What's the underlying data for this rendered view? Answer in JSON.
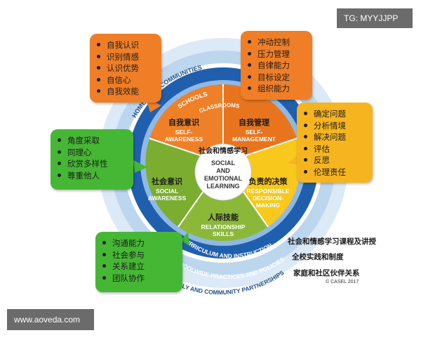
{
  "watermark_tag": "TG: MYYJJPP",
  "site_url": "www.aoveda.com",
  "center": {
    "zh": "社会和情感学习",
    "en_line1": "SOCIAL",
    "en_line2": "AND",
    "en_line3": "EMOTIONAL",
    "en_line4": "LEARNING"
  },
  "competencies": {
    "self_awareness": {
      "zh": "自我意识",
      "en_line1": "SELF-",
      "en_line2": "AWARENESS"
    },
    "self_management": {
      "zh": "自我管理",
      "en_line1": "SELF-",
      "en_line2": "MANAGEMENT"
    },
    "responsible_decision": {
      "zh": "负责的决策",
      "en_line1": "RESPONSIBLE",
      "en_line2": "DECISION-",
      "en_line3": "MAKING"
    },
    "relationship_skills": {
      "zh": "人际技能",
      "en_line1": "RELATIONSHIP",
      "en_line2": "SKILLS"
    },
    "social_awareness": {
      "zh": "社会意识",
      "en_line1": "SOCIAL",
      "en_line2": "AWARENESS"
    }
  },
  "rings": {
    "classrooms": "CLASSROOMS",
    "schools": "SCHOOLS",
    "homes_top": "HOMES AND COMMUNITIES",
    "curriculum": "CURRICULUM AND INSTRUCTION",
    "schoolwide": "SCHOOLWIDE PRACTICES AND POLICIES",
    "family": "FAMILY AND COMMUNITY PARTNERSHIPS"
  },
  "side_labels": {
    "curriculum_zh": "社会和情感学习课程及讲授",
    "schoolwide_zh": "全校实践和制度",
    "family_zh": "家庭和社区伙伴关系",
    "copyright": "© CASEL 2017"
  },
  "callouts": {
    "self_awareness": [
      "自我认识",
      "识别情感",
      "认识优势",
      "自信心",
      "自我效能"
    ],
    "self_management": [
      "冲动控制",
      "压力管理",
      "自律能力",
      "目标设定",
      "组织能力"
    ],
    "decision_making": [
      "确定问题",
      "分析情境",
      "解决问题",
      "评估",
      "反思",
      "伦理责任"
    ],
    "social_awareness": [
      "角度采取",
      "同理心",
      "欣赏多样性",
      "尊重他人"
    ],
    "relationship_skills": [
      "沟通能力",
      "社会参与",
      "关系建立",
      "团队协作"
    ]
  },
  "colors": {
    "orange": "#f07e26",
    "amber": "#f6b41f",
    "green": "#46b734",
    "olive_green": "#8cb83a",
    "ring_dark_blue": "#1f5fae",
    "ring_light_blue": "#bcd6ee"
  }
}
